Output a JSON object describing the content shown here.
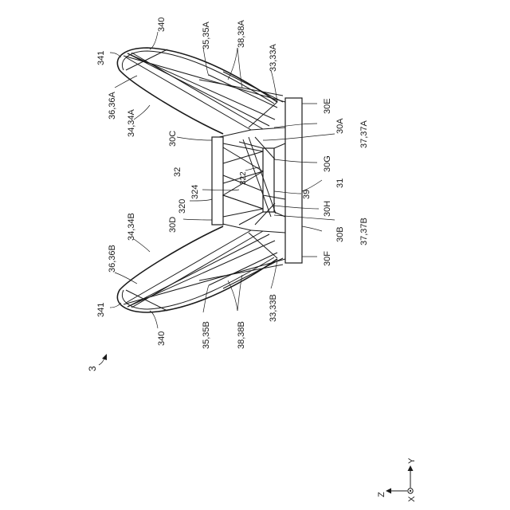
{
  "figure": {
    "number": "3",
    "labels": {
      "l340_top": "340",
      "l341_top": "341",
      "l35A": "35,35A",
      "l38A": "38,38A",
      "l33A": "33,33A",
      "l36A": "36,36A",
      "l34A": "34,34A",
      "l30E": "30E",
      "l30C": "30C",
      "l30A": "30A",
      "l37A": "37,37A",
      "l32": "32",
      "l30G": "30G",
      "l322": "322",
      "l31": "31",
      "l324": "324",
      "l39": "39",
      "l320": "320",
      "l30D": "30D",
      "l30H": "30H",
      "l34B": "34,34B",
      "l37B": "37,37B",
      "l30B": "30B",
      "l36B": "36,36B",
      "l30F": "30F",
      "l33B": "33,33B",
      "l341_bot": "341",
      "l35B": "35,35B",
      "l38B": "38,38B",
      "l340_bot": "340"
    },
    "axes": {
      "y": "Y",
      "z": "Z",
      "x": "X"
    }
  }
}
